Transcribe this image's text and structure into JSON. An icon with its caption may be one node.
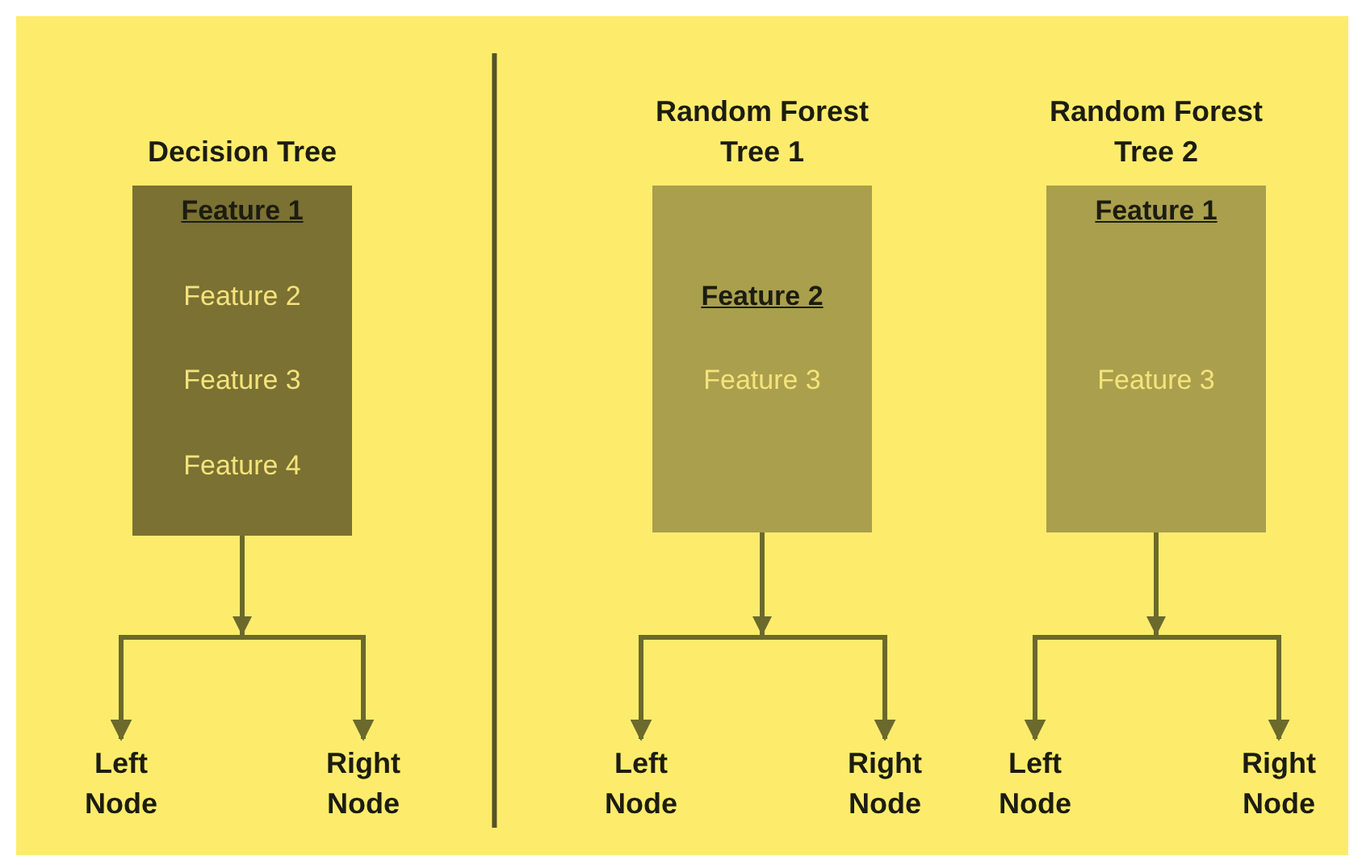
{
  "diagram": {
    "nodes": [
      {
        "text": [
          "Decision Tree"
        ]
      },
      {
        "text": [
          "Feature 1"
        ],
        "in": 0
      },
      {
        "text": [
          "Feature 2"
        ],
        "in": 0
      },
      {
        "text": [
          "Feature 3"
        ],
        "in": 0
      },
      {
        "text": [
          "Feature 4"
        ],
        "in": 0
      },
      {
        "text": [
          "Left Node"
        ]
      },
      {
        "text": [
          "Right Node"
        ]
      },
      {
        "text": [
          "Random Forest Tree 1"
        ]
      },
      {
        "text": [
          "Feature 2"
        ],
        "in": 7
      },
      {
        "text": [
          "Feature 3"
        ],
        "in": 7
      },
      {
        "text": [
          "Left Node"
        ]
      },
      {
        "text": [
          "Right Node"
        ]
      },
      {
        "text": [
          "Random Forest Tree 2"
        ]
      },
      {
        "text": [
          "Feature 1"
        ],
        "in": 12
      },
      {
        "text": [
          "Feature 3"
        ],
        "in": 12
      },
      {
        "text": [
          "Left Node"
        ]
      },
      {
        "text": [
          "Right Node"
        ]
      }
    ],
    "edges": [
      {
        "from": 0,
        "to": 5,
        "arrow": "to"
      },
      {
        "from": 0,
        "to": 6,
        "arrow": "to"
      },
      {
        "from": 7,
        "to": 10,
        "arrow": "to"
      },
      {
        "from": 7,
        "to": 11,
        "arrow": "to"
      },
      {
        "from": 12,
        "to": 15,
        "arrow": "to"
      },
      {
        "from": 12,
        "to": 16,
        "arrow": "to"
      }
    ]
  }
}
